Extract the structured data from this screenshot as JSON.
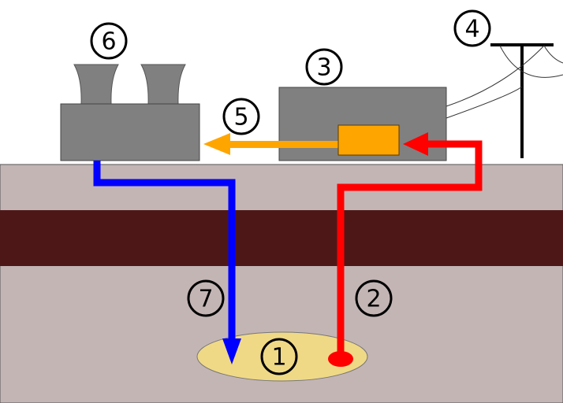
{
  "labels": {
    "reservoir": "1",
    "production_well": "2",
    "power_plant": "3",
    "power_line": "4",
    "heat_flow": "5",
    "cooling_towers": "6",
    "injection_well": "7"
  },
  "colors": {
    "surface": "#c4b5b5",
    "rock_layer": "#4e1717",
    "reservoir": "#f0d986",
    "hot_fluid": "#ff0000",
    "cold_fluid": "#0000ff",
    "heat": "#ffa500",
    "buildings": "#808080"
  }
}
